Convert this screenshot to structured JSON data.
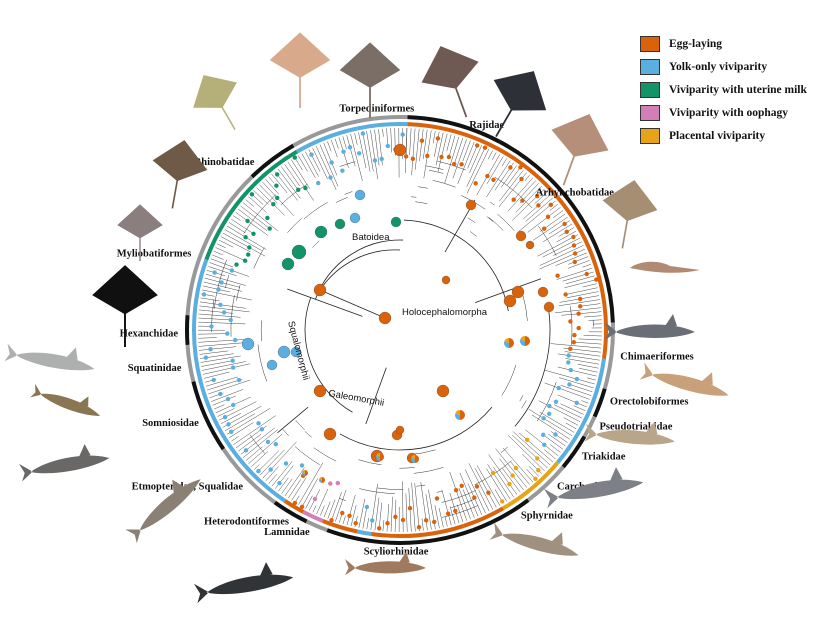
{
  "legend": [
    {
      "label": "Egg-laying",
      "color": "#d9620b"
    },
    {
      "label": "Yolk-only viviparity",
      "color": "#5aaee0"
    },
    {
      "label": "Viviparity with uterine milk",
      "color": "#129468"
    },
    {
      "label": "Viviparity with oophagy",
      "color": "#d27fb8"
    },
    {
      "label": "Placental viviparity",
      "color": "#e8a419"
    }
  ],
  "inner_labels": {
    "batoidea": "Batoidea",
    "holocephalomorpha": "Holocephalomorpha",
    "squalomorphii": "Squalomorphii",
    "galeomorphii": "Galeomorphii"
  },
  "clades": [
    {
      "name": "Torpediniformes",
      "angle": -96
    },
    {
      "name": "Rajidae",
      "angle": -67
    },
    {
      "name": "Arhynchobatidae",
      "angle": -38
    },
    {
      "name": "Chimaeriformes",
      "angle": 7
    },
    {
      "name": "Orectolobiformes",
      "angle": 19
    },
    {
      "name": "Pseudotriakidae",
      "angle": 26
    },
    {
      "name": "Triakidae",
      "angle": 35
    },
    {
      "name": "Carcharhinidae",
      "angle": 45
    },
    {
      "name": "Sphyrnidae",
      "angle": 57
    },
    {
      "name": "Scyliorhinidae",
      "angle": 91
    },
    {
      "name": "Lamnidae",
      "angle": 114
    },
    {
      "name": "Heterodontiformes",
      "angle": 120
    },
    {
      "name": "Etmopteridae, Squalidae",
      "angle": 135
    },
    {
      "name": "Somniosidae",
      "angle": 155
    },
    {
      "name": "Squatinidae",
      "angle": 170
    },
    {
      "name": "Hexanchidae",
      "angle": 179
    },
    {
      "name": "Myliobatiformes",
      "angle": 200
    },
    {
      "name": "Rhinobatidae",
      "angle": 229
    }
  ],
  "icons": {
    "shark": "shark-icon",
    "ray": "ray-icon",
    "skate": "skate-icon",
    "chimaera": "chimaera-icon"
  }
}
